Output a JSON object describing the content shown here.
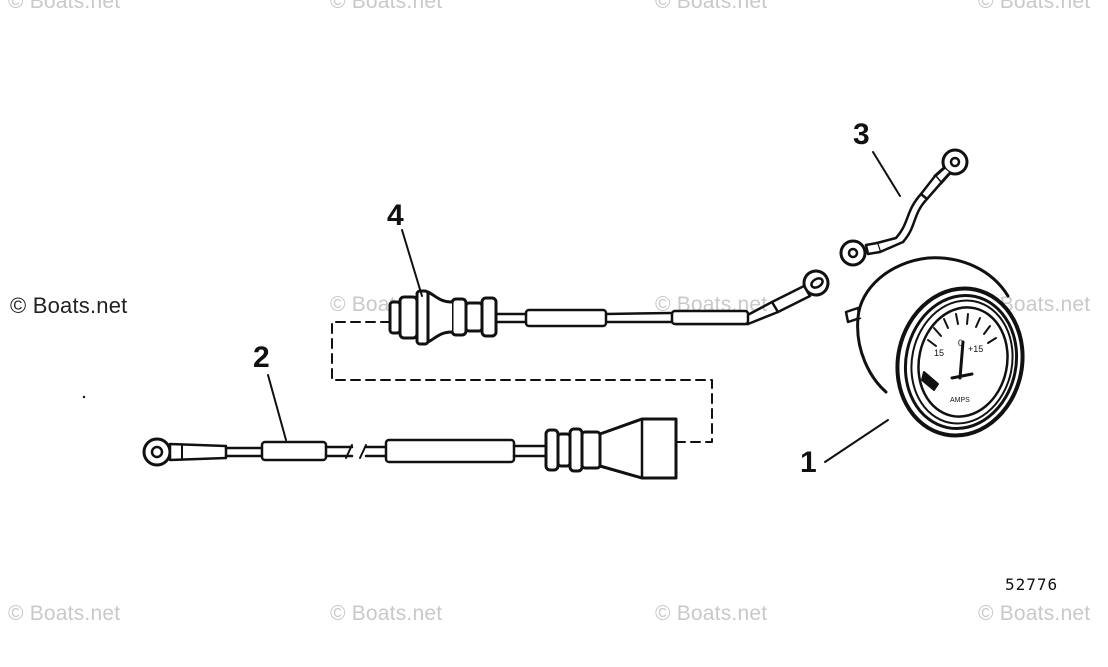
{
  "watermark": {
    "text": "© Boats.net"
  },
  "callouts": {
    "part1": "1",
    "part2": "2",
    "part3": "3",
    "part4": "4"
  },
  "gauge": {
    "scale_left": "15",
    "scale_center": "0",
    "scale_right": "+15",
    "unit": "AMPS"
  },
  "drawing_number": "52776"
}
